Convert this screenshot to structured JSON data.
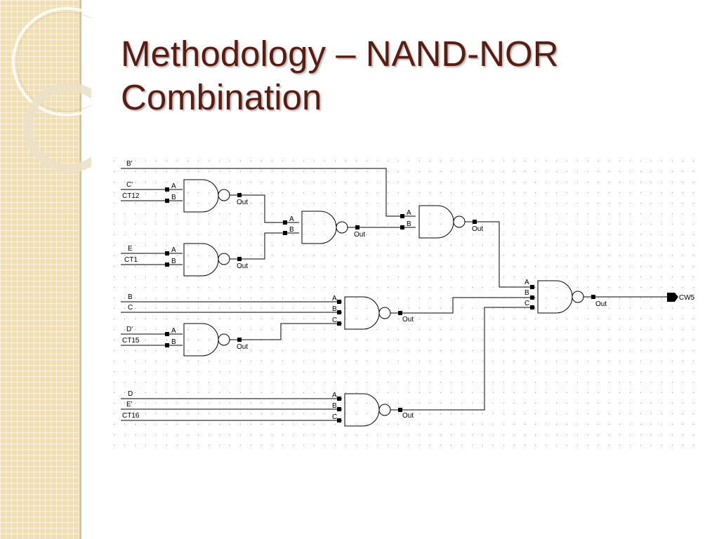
{
  "slide": {
    "title_line1": "Methodology – NAND-NOR",
    "title_line2": "Combination"
  },
  "colors": {
    "title": "#5a1d12",
    "side_panel": "#f1dfb4",
    "wire": "#000000",
    "grid_dot": "#9a9a9a"
  },
  "schematic": {
    "inputs": {
      "b_prime": "B'",
      "c_prime": "C'",
      "ct12": "CT12",
      "e": "E",
      "ct1": "CT1",
      "b": "B",
      "c": "C",
      "d_prime": "D'",
      "ct15": "CT15",
      "d": "D",
      "e_prime": "E'",
      "ct16": "CT16"
    },
    "pins": {
      "a": "A",
      "b": "B",
      "c": "C",
      "out": "Out"
    },
    "output": "CW5"
  }
}
